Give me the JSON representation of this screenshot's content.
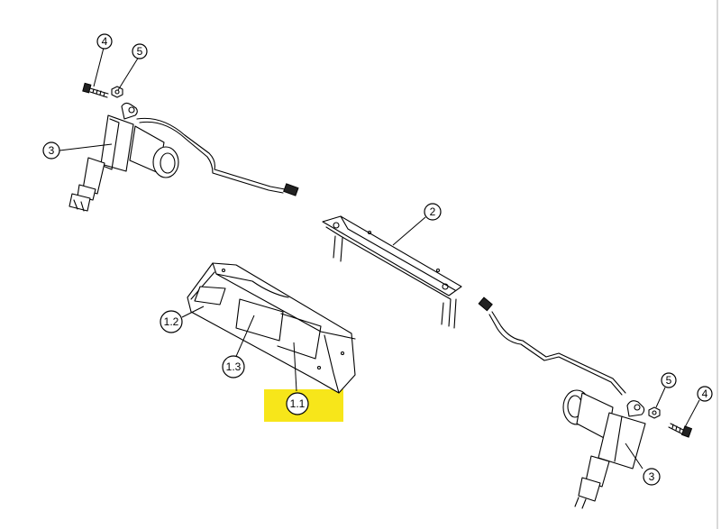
{
  "callouts": {
    "c1": "4",
    "c2": "5",
    "c3": "3",
    "c4": "2",
    "c5": "1.2",
    "c6": "1.3",
    "c7": "1.1",
    "c8": "5",
    "c9": "4",
    "c10": "3"
  },
  "colors": {
    "highlight": "#f7e61a",
    "line": "#000000",
    "background": "#ffffff"
  }
}
